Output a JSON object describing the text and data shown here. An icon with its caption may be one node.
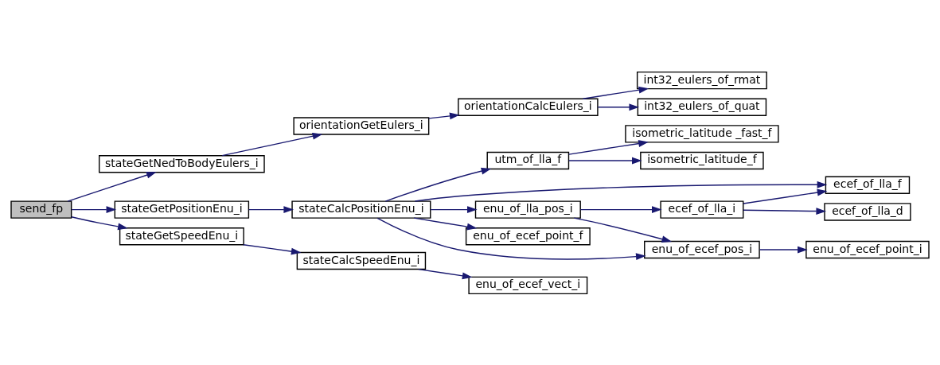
{
  "diagram": {
    "nodes": [
      {
        "text": [
          "send_fp"
        ]
      },
      {
        "text": [
          "stateGetNedToBodyEulers_i"
        ]
      },
      {
        "text": [
          "stateGetPositionEnu_i"
        ]
      },
      {
        "text": [
          "stateGetSpeedEnu_i"
        ]
      },
      {
        "text": [
          "orientationGetEulers_i"
        ]
      },
      {
        "text": [
          "orientationCalcEulers_i"
        ]
      },
      {
        "text": [
          "int32_eulers_of_rmat"
        ]
      },
      {
        "text": [
          "int32_eulers_of_quat"
        ]
      },
      {
        "text": [
          "stateCalcPositionEnu_i"
        ]
      },
      {
        "text": [
          "utm_of_lla_f"
        ]
      },
      {
        "text": [
          "isometric_latitude _fast_f"
        ]
      },
      {
        "text": [
          "isometric_latitude_f"
        ]
      },
      {
        "text": [
          "ecef_of_lla_f"
        ]
      },
      {
        "text": [
          "enu_of_lla_pos_i"
        ]
      },
      {
        "text": [
          "ecef_of_lla_i"
        ]
      },
      {
        "text": [
          "ecef_of_lla_d"
        ]
      },
      {
        "text": [
          "enu_of_ecef_point_f"
        ]
      },
      {
        "text": [
          "enu_of_ecef_pos_i"
        ]
      },
      {
        "text": [
          "enu_of_ecef_point_i"
        ]
      },
      {
        "text": [
          "stateCalcSpeedEnu_i"
        ]
      },
      {
        "text": [
          "enu_of_ecef_vect_i"
        ]
      }
    ],
    "edges": [
      {
        "from": 0,
        "to": 1,
        "arrow": "to"
      },
      {
        "from": 0,
        "to": 2,
        "arrow": "to"
      },
      {
        "from": 0,
        "to": 3,
        "arrow": "to"
      },
      {
        "from": 1,
        "to": 4,
        "arrow": "to"
      },
      {
        "from": 4,
        "to": 5,
        "arrow": "to"
      },
      {
        "from": 5,
        "to": 6,
        "arrow": "to"
      },
      {
        "from": 5,
        "to": 7,
        "arrow": "to"
      },
      {
        "from": 2,
        "to": 8,
        "arrow": "to"
      },
      {
        "from": 8,
        "to": 9,
        "arrow": "to"
      },
      {
        "from": 9,
        "to": 10,
        "arrow": "to"
      },
      {
        "from": 9,
        "to": 11,
        "arrow": "to"
      },
      {
        "from": 8,
        "to": 12,
        "arrow": "to"
      },
      {
        "from": 8,
        "to": 13,
        "arrow": "to"
      },
      {
        "from": 13,
        "to": 14,
        "arrow": "to"
      },
      {
        "from": 14,
        "to": 12,
        "arrow": "to"
      },
      {
        "from": 14,
        "to": 15,
        "arrow": "to"
      },
      {
        "from": 13,
        "to": 17,
        "arrow": "to"
      },
      {
        "from": 8,
        "to": 16,
        "arrow": "to"
      },
      {
        "from": 8,
        "to": 17,
        "arrow": "to"
      },
      {
        "from": 17,
        "to": 18,
        "arrow": "to"
      },
      {
        "from": 3,
        "to": 19,
        "arrow": "to"
      },
      {
        "from": 19,
        "to": 20,
        "arrow": "to"
      }
    ]
  }
}
